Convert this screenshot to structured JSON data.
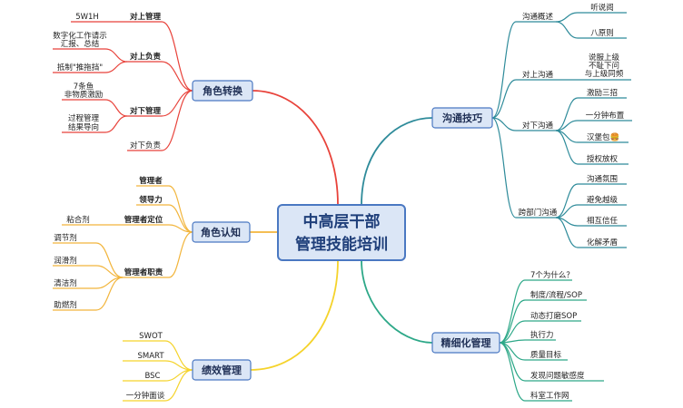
{
  "center": {
    "line1": "中高层干部",
    "line2": "管理技能培训"
  },
  "branches": {
    "role_change": {
      "label": "角色转换",
      "color": "#e8423a",
      "subs": {
        "manage_up": {
          "label": "对上管理",
          "items": [
            "5W1H"
          ]
        },
        "responsible_up": {
          "label": "对上负责",
          "items": [
            [
              "数字化工作请示",
              "汇报、总结"
            ],
            [
              "抵制\"推拖挡\""
            ]
          ]
        },
        "manage_down": {
          "label": "对下管理",
          "items": [
            [
              "7条鱼",
              "非物质激励"
            ],
            [
              "过程管理",
              "结果导向"
            ]
          ]
        },
        "responsible_down": {
          "label": "对下负责"
        }
      }
    },
    "role_awareness": {
      "label": "角色认知",
      "color": "#f2b53c",
      "subs": {
        "manager": {
          "label": "管理者"
        },
        "leadership": {
          "label": "领导力"
        },
        "positioning": {
          "label": "管理者定位",
          "items": [
            "粘合剂"
          ]
        },
        "duties": {
          "label": "管理者职责",
          "items": [
            "调节剂",
            "润滑剂",
            "清洁剂",
            "助燃剂"
          ]
        }
      }
    },
    "performance": {
      "label": "绩效管理",
      "color": "#f5d32b",
      "items": [
        "SWOT",
        "SMART",
        "BSC",
        "一分钟面谈"
      ]
    },
    "communication": {
      "label": "沟通技巧",
      "color": "#2e8b9a",
      "subs": {
        "overview": {
          "label": "沟通概述",
          "items": [
            "听说阅",
            "八原则"
          ]
        },
        "up": {
          "label": "对上沟通",
          "items": [
            [
              "说服上级",
              "不耻下问",
              "与上级同频"
            ]
          ]
        },
        "down": {
          "label": "对下沟通",
          "items": [
            "激励三招",
            "一分钟布置",
            "汉堡包🍔",
            "授权放权"
          ]
        },
        "cross": {
          "label": "跨部门沟通",
          "items": [
            "沟通氛围",
            "避免越级",
            "相互信任",
            "化解矛盾"
          ]
        }
      }
    },
    "refined": {
      "label": "精细化管理",
      "color": "#2da888",
      "items": [
        "7个为什么？",
        "制度/流程/SOP",
        "动态打磨SOP",
        "执行力",
        "质量目标",
        "发现问题敏感度",
        "科室工作网"
      ]
    }
  }
}
